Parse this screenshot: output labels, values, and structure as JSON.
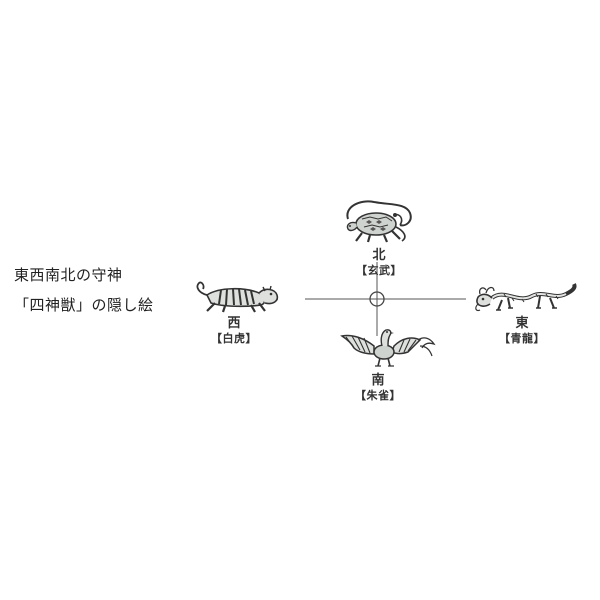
{
  "caption": {
    "line1": "東西南北の守神",
    "line2": "「四神獣」の隠し絵"
  },
  "directions": {
    "north": {
      "dir": "北",
      "god": "【玄武】",
      "icon": "genbu-tortoise-snake-icon"
    },
    "west": {
      "dir": "西",
      "god": "【白虎】",
      "icon": "byakko-tiger-icon"
    },
    "east": {
      "dir": "東",
      "god": "【青龍】",
      "icon": "seiryu-dragon-icon"
    },
    "south": {
      "dir": "南",
      "god": "【朱雀】",
      "icon": "suzaku-phoenix-icon"
    }
  },
  "colors": {
    "ink": "#333333",
    "line": "#555555"
  }
}
